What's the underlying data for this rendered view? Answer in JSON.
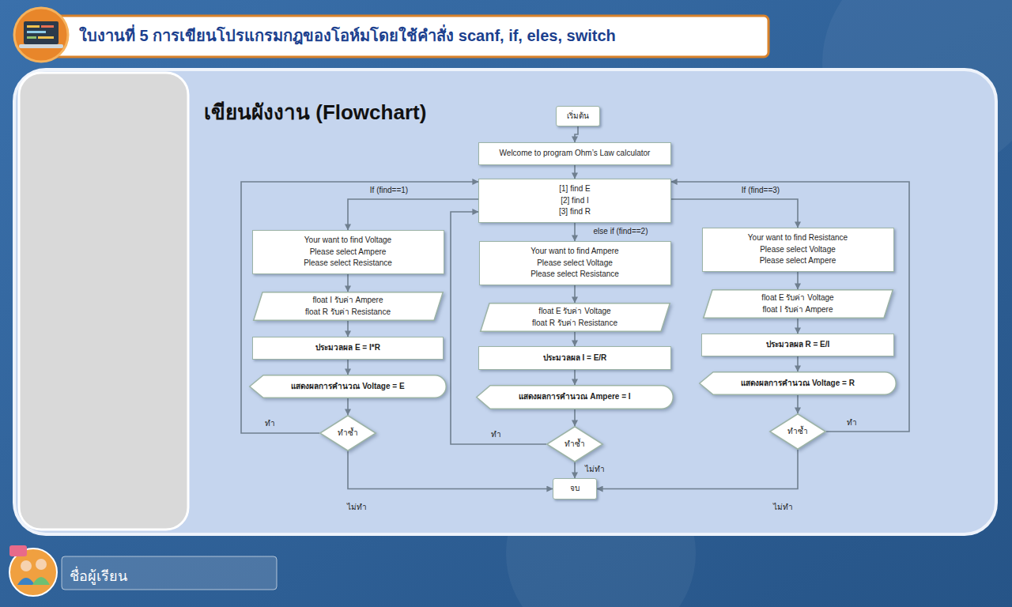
{
  "diagram": {
    "title": "ใบงานที่ 5 การเขียนโปรแกรมกฎของโอห์มโดยใช้คำสั่ง scanf, if, eles, switch",
    "nodes": [
      {
        "text": [
          "เริ่มต้น"
        ]
      },
      {
        "text": [
          "Welcome to program Ohm’s Law calculator"
        ]
      },
      {
        "text": [
          "[1] find E",
          "[2] find I",
          "[3] find R"
        ]
      },
      {
        "text": [
          "Your want to find Voltage",
          "Please select Ampere",
          "Please select Resistance"
        ]
      },
      {
        "text": [
          "Your want to find Ampere",
          "Please select Voltage",
          "Please select Resistance"
        ]
      },
      {
        "text": [
          "Your want to find Resistance",
          "Please select Voltage",
          "Please select Ampere"
        ]
      },
      {
        "text": [
          "float I รับค่า Ampere",
          "float R รับค่า Resistance"
        ]
      },
      {
        "text": [
          "float E รับค่า Voltage",
          "float R รับค่า Resistance"
        ]
      },
      {
        "text": [
          "float E รับค่า Voltage",
          "float I รับค่า Ampere"
        ]
      },
      {
        "text": [
          "ประมวลผล E = I*R"
        ]
      },
      {
        "text": [
          "ประมวลผล I = E/R"
        ]
      },
      {
        "text": [
          "ประมวลผล R = E/I"
        ]
      },
      {
        "text": [
          "แสดงผลการคำนวณ Voltage = E"
        ]
      },
      {
        "text": [
          "แสดงผลการคำนวณ Ampere = I"
        ]
      },
      {
        "text": [
          "แสดงผลการคำนวณ Voltage = R"
        ]
      },
      {
        "text": [
          "ทำซ้ำ"
        ]
      },
      {
        "text": [
          "ทำซ้ำ"
        ]
      },
      {
        "text": [
          "ทำซ้ำ"
        ]
      },
      {
        "text": [
          "จบ"
        ]
      }
    ],
    "edges": [
      {
        "from": 0,
        "to": 1,
        "arrow": "to"
      },
      {
        "from": 1,
        "to": 2,
        "arrow": "to"
      },
      {
        "from": 2,
        "to": 3,
        "label": "If (find==1)",
        "arrow": "to"
      },
      {
        "from": 2,
        "to": 4,
        "label": "else if (find==2)",
        "arrow": "to"
      },
      {
        "from": 2,
        "to": 5,
        "label": "If (find==3)",
        "arrow": "to"
      },
      {
        "from": 3,
        "to": 6,
        "arrow": "to"
      },
      {
        "from": 6,
        "to": 9,
        "arrow": "to"
      },
      {
        "from": 9,
        "to": 12,
        "arrow": "to"
      },
      {
        "from": 12,
        "to": 15,
        "arrow": "to"
      },
      {
        "from": 4,
        "to": 7,
        "arrow": "to"
      },
      {
        "from": 7,
        "to": 10,
        "arrow": "to"
      },
      {
        "from": 10,
        "to": 13,
        "arrow": "to"
      },
      {
        "from": 13,
        "to": 16,
        "arrow": "to"
      },
      {
        "from": 5,
        "to": 8,
        "arrow": "to"
      },
      {
        "from": 8,
        "to": 11,
        "arrow": "to"
      },
      {
        "from": 11,
        "to": 14,
        "arrow": "to"
      },
      {
        "from": 14,
        "to": 17,
        "arrow": "to"
      },
      {
        "from": 15,
        "to": 2,
        "label": "ทำ",
        "arrow": "to"
      },
      {
        "from": 15,
        "to": 18,
        "label": "ไม่ทำ",
        "arrow": "to"
      },
      {
        "from": 16,
        "to": 2,
        "label": "ทำ",
        "arrow": "to"
      },
      {
        "from": 16,
        "to": 18,
        "label": "ไม่ทำ",
        "arrow": "to"
      },
      {
        "from": 17,
        "to": 2,
        "label": "ทำ",
        "arrow": "to"
      },
      {
        "from": 17,
        "to": 18,
        "label": "ไม่ทำ",
        "arrow": "to"
      }
    ],
    "labels": [
      "เขียนผังงาน (Flowchart)",
      "ชื่อผู้เรียน"
    ]
  }
}
